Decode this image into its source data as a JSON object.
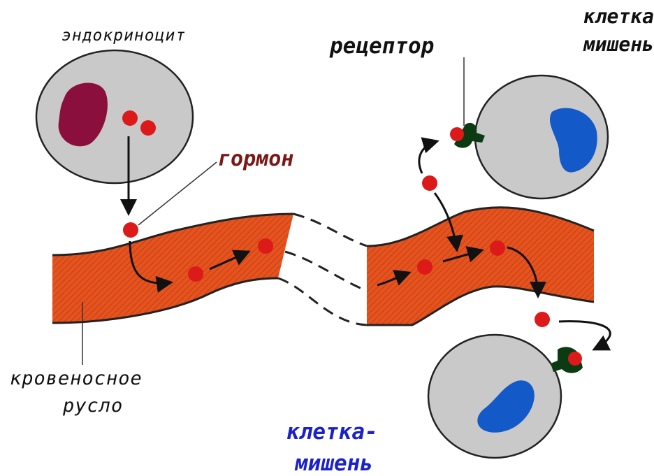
{
  "labels": {
    "endocrinocyte": "эндокриноцит",
    "hormone": "гормон",
    "receptor": "рецептор",
    "target_top_line1": "клетка",
    "target_top_line2": "мишень",
    "bloodstream_line1": "кровеносное",
    "bloodstream_line2": "русло",
    "target_bottom_line1": "клетка-",
    "target_bottom_line2": "мишень"
  },
  "colors": {
    "cell_fill": "#c9c9c9",
    "nucleus_endocrine": "#8b0f3c",
    "nucleus_target": "#1459c8",
    "vessel_fill": "#e5531f",
    "hormone": "#dd1a1a",
    "receptor": "#0c3a12",
    "arrow": "#111111",
    "label_hormone": "#7a1818",
    "label_target_bottom": "#1a22c8"
  },
  "icons": [
    "endocrinocyte-cell",
    "target-cell",
    "blood-vessel",
    "hormone-molecule",
    "receptor",
    "arrow"
  ]
}
